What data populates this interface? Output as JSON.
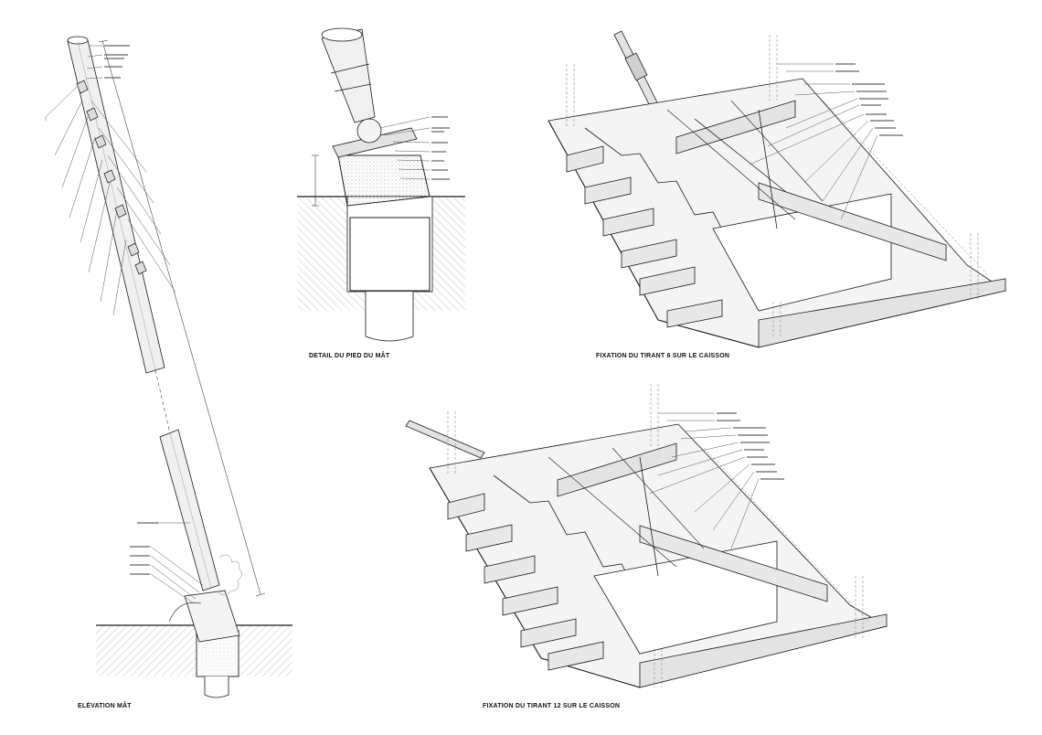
{
  "captions": {
    "mast_foot_detail": "DETAIL DU PIED DU MÂT",
    "tie_6": "FIXATION DU TIRANT 6 SUR LE CAISSON",
    "mast_elevation": "ELÉVATION MÂT",
    "tie_12": "FIXATION DU TIRANT 12 SUR LE CAISSON"
  },
  "colors": {
    "line": "#1a1a1a",
    "fill_light": "#f4f4f4",
    "fill_mid": "#e3e3e3",
    "hatch": "#9a9a9a",
    "leader": "#555555"
  }
}
